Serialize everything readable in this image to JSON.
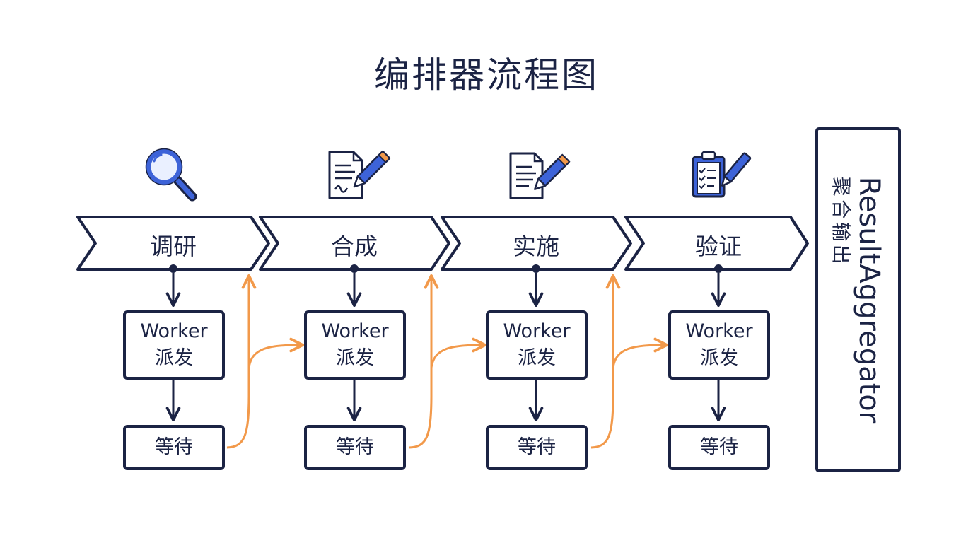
{
  "title": "编排器流程图",
  "stages": [
    {
      "label": "调研",
      "icon": "magnifier-icon",
      "worker": [
        "Worker",
        "派发"
      ],
      "wait": "等待"
    },
    {
      "label": "合成",
      "icon": "document-pen-icon",
      "worker": [
        "Worker",
        "派发"
      ],
      "wait": "等待"
    },
    {
      "label": "实施",
      "icon": "document-pencil-icon",
      "worker": [
        "Worker",
        "派发"
      ],
      "wait": "等待"
    },
    {
      "label": "验证",
      "icon": "clipboard-check-icon",
      "worker": [
        "Worker",
        "派发"
      ],
      "wait": "等待"
    }
  ],
  "aggregator": {
    "name": "ResultAggregator",
    "subtitle": "聚合输出"
  },
  "colors": {
    "ink": "#1b2344",
    "accent_orange": "#f2994a",
    "icon_blue": "#3d63d8"
  }
}
